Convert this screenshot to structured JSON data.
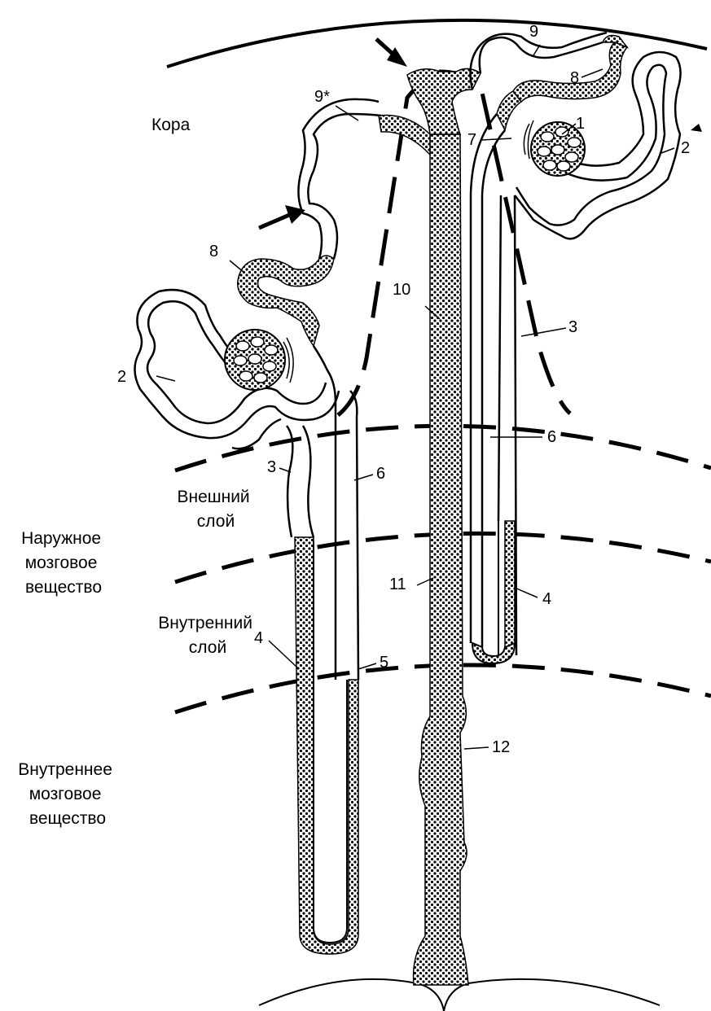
{
  "regions": {
    "cortex": "Кора",
    "outer_stripe": [
      "Внешний",
      "слой"
    ],
    "outer_medulla": [
      "Наружное",
      "мозговое",
      "вещество"
    ],
    "inner_stripe": [
      "Внутренний",
      "слой"
    ],
    "inner_medulla": [
      "Внутреннее",
      "мозговое",
      "вещество"
    ]
  },
  "labels": {
    "n1": "1",
    "n2": "2",
    "n3": "3",
    "n4": "4",
    "n5": "5",
    "n6": "6",
    "n7": "7",
    "n8": "8",
    "n9": "9",
    "n9star": "9*",
    "n10": "10",
    "n11": "11",
    "n12": "12"
  },
  "colors": {
    "ink": "#000000",
    "background": "#ffffff"
  }
}
